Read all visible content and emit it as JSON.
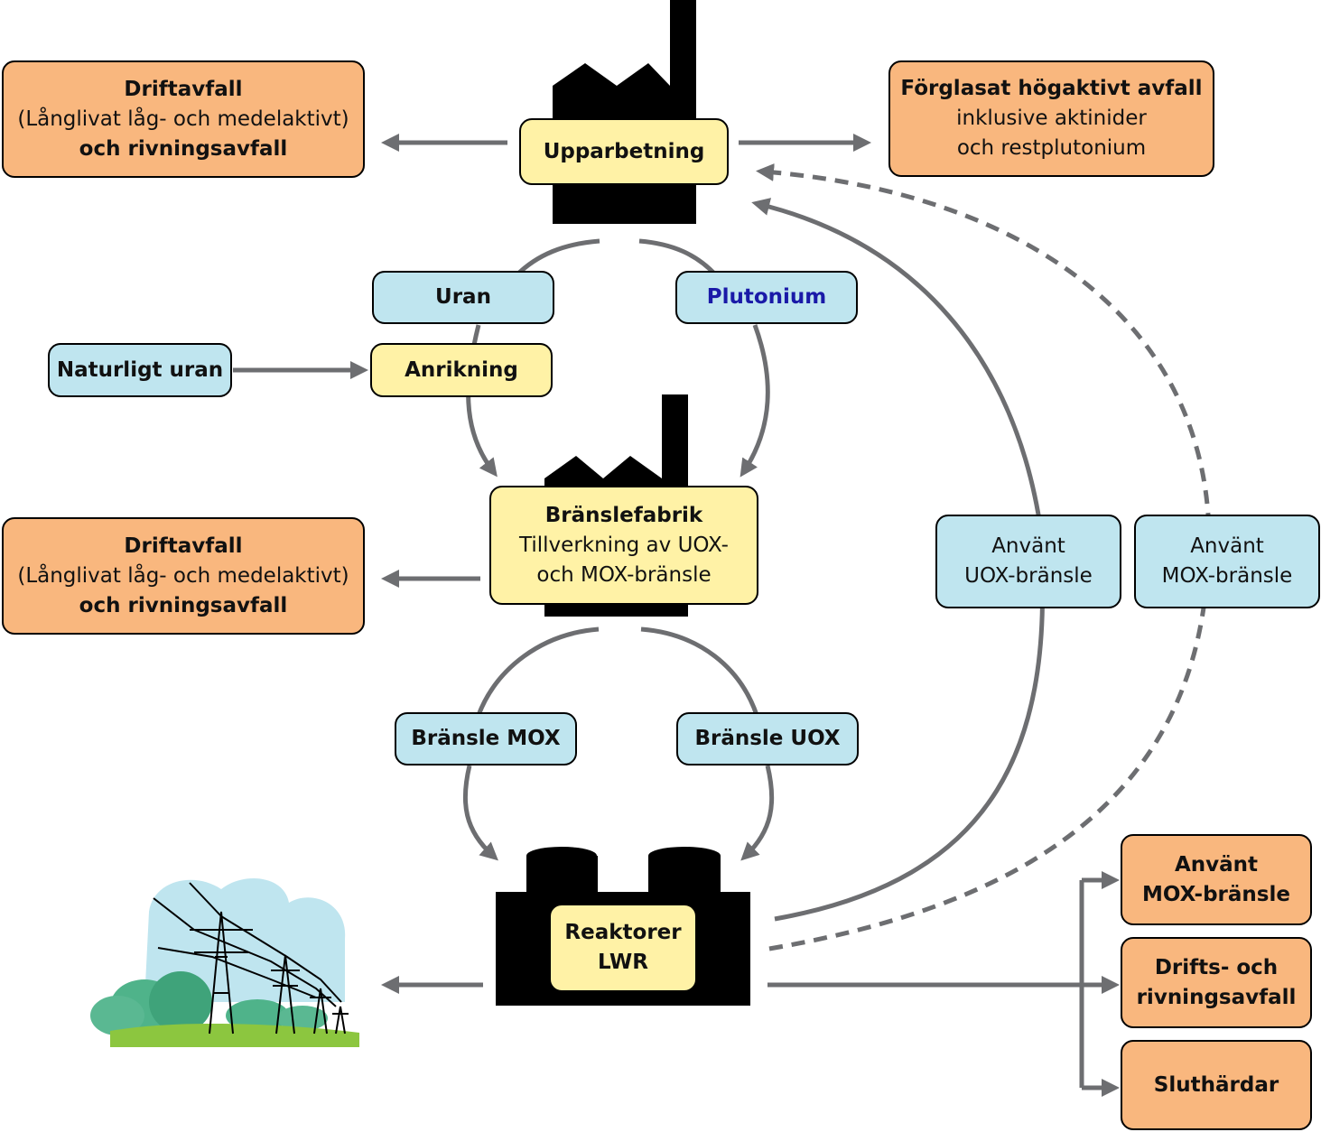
{
  "colors": {
    "waste": "#f9b77e",
    "process": "#fff2a6",
    "material": "#bfe5ef",
    "arrow": "#6d6e71",
    "building": "#000000"
  },
  "icons": [
    "factory-icon",
    "reactor-building-icon",
    "power-lines-icon"
  ],
  "reprocessing": {
    "label": "Upparbetning"
  },
  "waste_top_left": {
    "line1": "Driftavfall",
    "line2": "(Långlivat låg- och medelaktivt)",
    "line3": "och rivningsavfall"
  },
  "waste_top_right": {
    "line1": "Förglasat högaktivt avfall",
    "line2": "inklusive aktinider",
    "line3": "och restplutonium"
  },
  "uranium": {
    "label": "Uran"
  },
  "plutonium": {
    "label": "Plutonium"
  },
  "natural_uranium": {
    "label": "Naturligt uran"
  },
  "enrichment": {
    "label": "Anrikning"
  },
  "fuel_factory": {
    "line1": "Bränslefabrik",
    "line2": "Tillverkning av UOX-",
    "line3": "och MOX-bränsle"
  },
  "waste_mid_left": {
    "line1": "Driftavfall",
    "line2": "(Långlivat låg- och medelaktivt)",
    "line3": "och rivningsavfall"
  },
  "fuel_mox": {
    "label": "Bränsle MOX"
  },
  "fuel_uox": {
    "label": "Bränsle UOX"
  },
  "spent_uox": {
    "line1": "Använt",
    "line2": "UOX-bränsle"
  },
  "spent_mox": {
    "line1": "Använt",
    "line2": "MOX-bränsle"
  },
  "reactor": {
    "line1": "Reaktorer",
    "line2": "LWR"
  },
  "outputs": {
    "spent_mox": {
      "line1": "Använt",
      "line2": "MOX-bränsle"
    },
    "operational_waste": {
      "line1": "Drifts- och",
      "line2": "rivningsavfall"
    },
    "final_repository": {
      "label": "Sluthärdar"
    }
  }
}
